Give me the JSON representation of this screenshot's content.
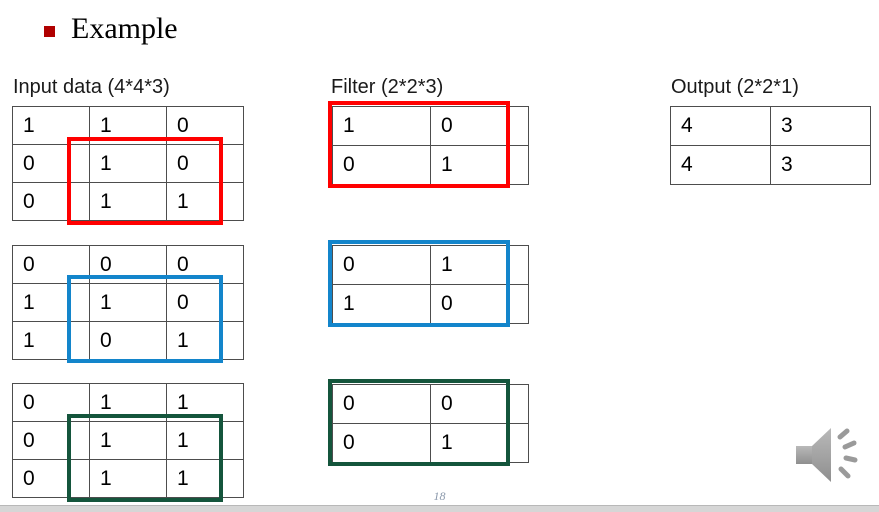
{
  "slide": {
    "bullet_label": "Example",
    "bullet_color": "#B00000",
    "page_number": "18",
    "audio_icon": "speaker-icon"
  },
  "sections": {
    "input": {
      "heading": "Input data (4*4*3)",
      "matrices": [
        {
          "highlight_color": "#FF0000",
          "rows": [
            [
              "1",
              "1",
              "0"
            ],
            [
              "0",
              "1",
              "0"
            ],
            [
              "0",
              "1",
              "1"
            ]
          ]
        },
        {
          "highlight_color": "#1385CB",
          "rows": [
            [
              "0",
              "0",
              "0"
            ],
            [
              "1",
              "1",
              "0"
            ],
            [
              "1",
              "0",
              "1"
            ]
          ]
        },
        {
          "highlight_color": "#14553C",
          "rows": [
            [
              "0",
              "1",
              "1"
            ],
            [
              "0",
              "1",
              "1"
            ],
            [
              "0",
              "1",
              "1"
            ]
          ]
        }
      ]
    },
    "filter": {
      "heading": "Filter (2*2*3)",
      "matrices": [
        {
          "highlight_color": "#FF0000",
          "rows": [
            [
              "1",
              "0"
            ],
            [
              "0",
              "1"
            ]
          ]
        },
        {
          "highlight_color": "#1385CB",
          "rows": [
            [
              "0",
              "1"
            ],
            [
              "1",
              "0"
            ]
          ]
        },
        {
          "highlight_color": "#14553C",
          "rows": [
            [
              "0",
              "0"
            ],
            [
              "0",
              "1"
            ]
          ]
        }
      ]
    },
    "output": {
      "heading": "Output (2*2*1)",
      "matrix": {
        "rows": [
          [
            "4",
            "3"
          ],
          [
            "4",
            "3"
          ]
        ]
      }
    }
  }
}
